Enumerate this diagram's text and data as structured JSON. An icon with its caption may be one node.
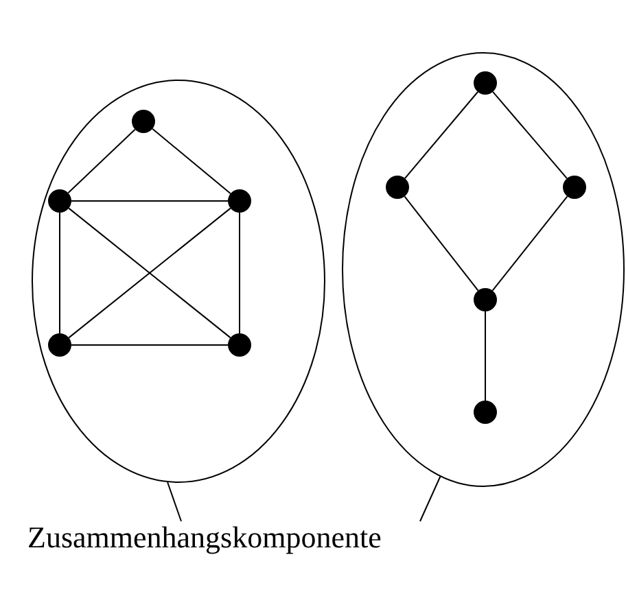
{
  "diagram": {
    "nodes": [
      {
        "text": [],
        "shape": "ellipse"
      },
      {
        "text": [],
        "shape": "circle",
        "in": 0
      },
      {
        "text": [],
        "shape": "circle",
        "in": 0
      },
      {
        "text": [],
        "shape": "circle",
        "in": 0
      },
      {
        "text": [],
        "shape": "circle",
        "in": 0
      },
      {
        "text": [],
        "shape": "circle",
        "in": 0
      },
      {
        "text": [],
        "shape": "ellipse"
      },
      {
        "text": [],
        "shape": "circle",
        "in": 6
      },
      {
        "text": [],
        "shape": "circle",
        "in": 6
      },
      {
        "text": [],
        "shape": "circle",
        "in": 6
      },
      {
        "text": [],
        "shape": "circle",
        "in": 6
      },
      {
        "text": [],
        "shape": "circle",
        "in": 6
      },
      {
        "text": [
          "Zusammenhangskomponente"
        ]
      }
    ],
    "edges": [
      {
        "from": 1,
        "to": 2,
        "arrow": "none"
      },
      {
        "from": 1,
        "to": 3,
        "arrow": "none"
      },
      {
        "from": 2,
        "to": 3,
        "arrow": "none"
      },
      {
        "from": 2,
        "to": 4,
        "arrow": "none"
      },
      {
        "from": 3,
        "to": 5,
        "arrow": "none"
      },
      {
        "from": 4,
        "to": 5,
        "arrow": "none"
      },
      {
        "from": 2,
        "to": 5,
        "arrow": "none"
      },
      {
        "from": 3,
        "to": 4,
        "arrow": "none"
      },
      {
        "from": 7,
        "to": 8,
        "arrow": "none"
      },
      {
        "from": 7,
        "to": 9,
        "arrow": "none"
      },
      {
        "from": 8,
        "to": 10,
        "arrow": "none"
      },
      {
        "from": 9,
        "to": 10,
        "arrow": "none"
      },
      {
        "from": 10,
        "to": 11,
        "arrow": "none"
      },
      {
        "from": 12,
        "to": 0,
        "arrow": "none"
      },
      {
        "from": 12,
        "to": 6,
        "arrow": "none"
      }
    ]
  }
}
